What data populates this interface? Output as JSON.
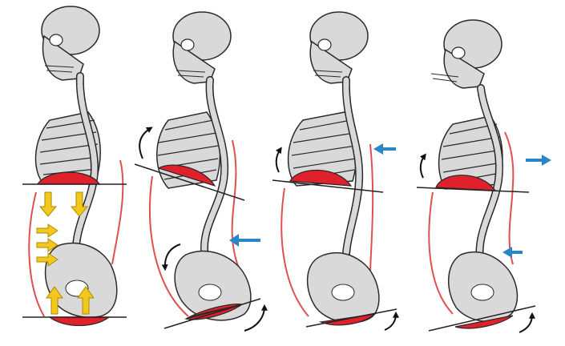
{
  "diagram": {
    "panels": [
      {
        "id": "panel-1",
        "pose": "neutral",
        "arrows": "pressure"
      },
      {
        "id": "panel-2",
        "pose": "lordosis",
        "arrows": "rotation"
      },
      {
        "id": "panel-3",
        "pose": "flat",
        "arrows": "rotation"
      },
      {
        "id": "panel-4",
        "pose": "sway",
        "arrows": "rotation"
      }
    ],
    "colors": {
      "bone_fill": "#d9d9d9",
      "bone_stroke": "#2a2a2a",
      "diaphragm": "#e0202a",
      "abdominal_line": "#e05050",
      "pressure_arrow": "#f2c81c",
      "pressure_arrow_stroke": "#b08a00",
      "push_arrow": "#2a86c7",
      "rotation_arrow": "#111111",
      "axis_line": "#222222"
    },
    "icons": [
      "skull-icon",
      "rib-cage-icon",
      "spine-icon",
      "pelvis-icon",
      "diaphragm-icon",
      "pelvic-floor-icon",
      "yellow-arrow-icon",
      "blue-arrow-icon",
      "curved-arrow-icon"
    ]
  }
}
